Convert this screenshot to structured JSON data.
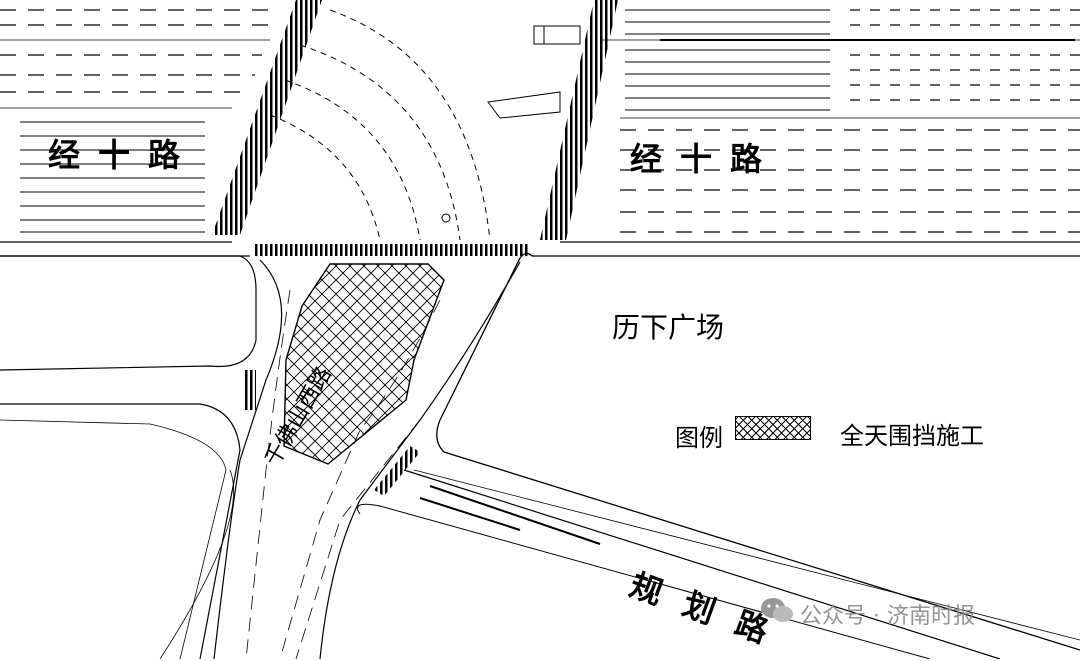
{
  "roads": {
    "jingshi_left": "经十路",
    "jingshi_right": "经十路",
    "qianfoshan_west": "千佛山西路",
    "planned": "规划路"
  },
  "places": {
    "plaza": "历下广场"
  },
  "legend": {
    "title": "图例",
    "item": "全天围挡施工"
  },
  "watermark": {
    "text": "公众号 · 济南时报"
  },
  "colors": {
    "ink": "#000000",
    "hatch": "#000000",
    "background": "#ffffff",
    "watermark": "#888888"
  }
}
